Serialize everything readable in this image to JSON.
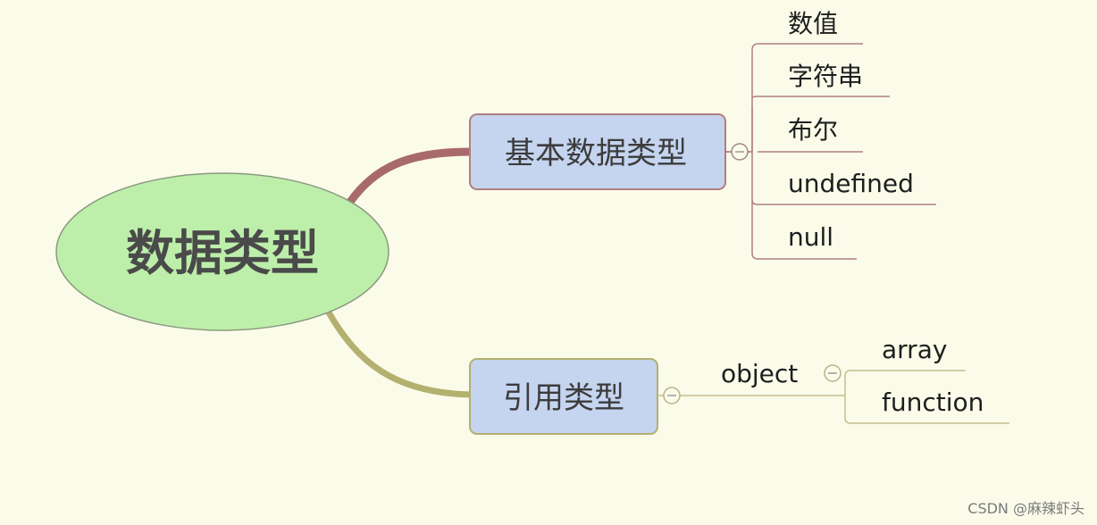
{
  "root": {
    "label": "数据类型"
  },
  "branches": {
    "primitive": {
      "label": "基本数据类型",
      "children": [
        "数值",
        "字符串",
        "布尔",
        "undefined",
        "null"
      ]
    },
    "reference": {
      "label": "引用类型",
      "child": {
        "label": "object",
        "children": [
          "array",
          "function"
        ]
      }
    }
  },
  "colors": {
    "background": "#fbfbea",
    "root_fill": "#bdefaa",
    "branch_fill": "#c5d4ef",
    "primitive_connector": "#a86a6a",
    "reference_connector": "#b3b070"
  },
  "watermark": "CSDN @麻辣虾头"
}
